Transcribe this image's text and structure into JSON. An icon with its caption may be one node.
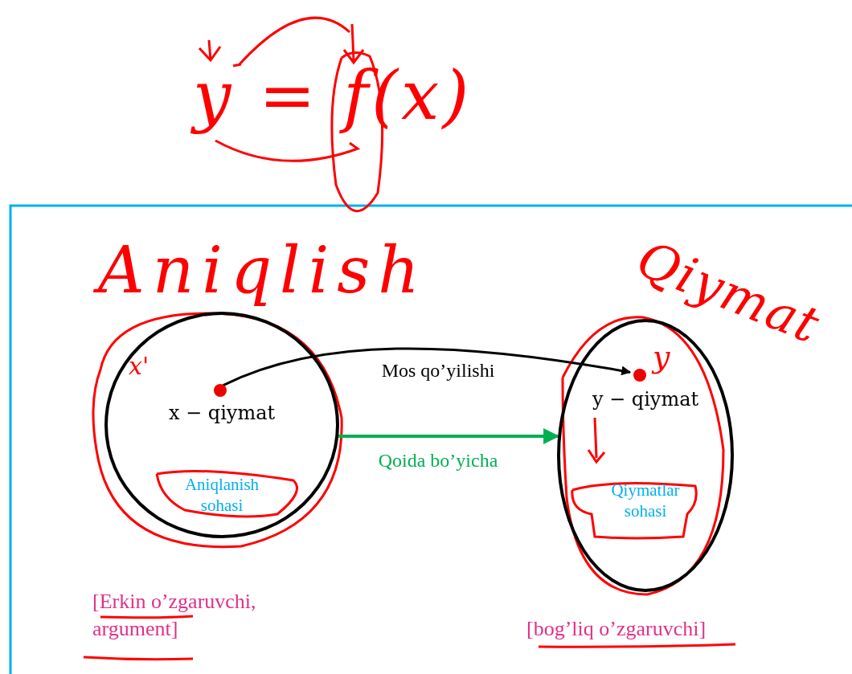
{
  "diagram": {
    "nodes": [
      {
        "text": [
          "x − qiymat",
          "Aniqlanish sohasi"
        ],
        "beside": [
          "[Erkin o’zgaruvchi, argument]"
        ]
      },
      {
        "text": [
          "y − qiymat",
          "Qiymatlar sohasi"
        ],
        "beside": [
          "[bog’liq o’zgaruvchi]"
        ]
      },
      {
        "text": [],
        "shape": "circle",
        "in": 0
      },
      {
        "text": [],
        "shape": "circle",
        "in": 1
      }
    ],
    "edges": [
      {
        "from": 2,
        "to": 3,
        "arrow": "to",
        "label": "Mos qo’yilishi"
      },
      {
        "from": 0,
        "to": 1,
        "arrow": "to",
        "label": "Qoida bo’yicha",
        "color": "#00b050"
      }
    ],
    "labels": [
      "y = f(x)",
      "Aniqlish",
      "Qiymat",
      "x'",
      "y"
    ]
  }
}
